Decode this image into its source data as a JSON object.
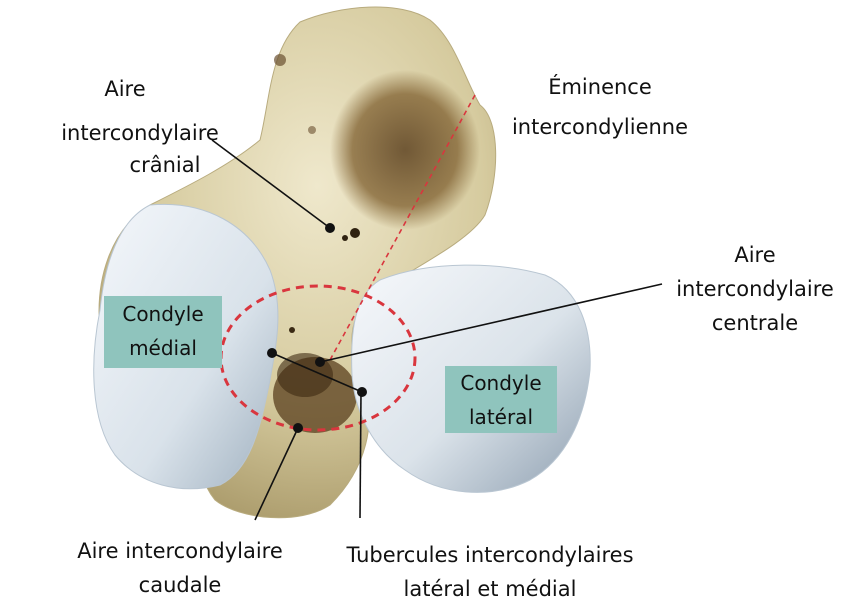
{
  "labels": {
    "aire_cranial": [
      "Aire",
      "intercondylaire",
      "crânial"
    ],
    "eminence": [
      "Éminence",
      "intercondylienne"
    ],
    "aire_centrale": [
      "Aire",
      "intercondylaire",
      "centrale"
    ],
    "aire_caudale": [
      "Aire intercondylaire",
      "caudale"
    ],
    "tubercules": [
      "Tubercules intercondylaires",
      "latéral et médial"
    ]
  },
  "boxes": {
    "condyle_medial": [
      "Condyle",
      "médial"
    ],
    "condyle_lateral": [
      "Condyle",
      "latéral"
    ]
  },
  "colors": {
    "bone": "#d8cfa8",
    "bone_dark": "#7a5e35",
    "cartilage": "#dde6ee",
    "label_box": "#8fc4bd",
    "highlight_ellipse": "#d9363e"
  }
}
